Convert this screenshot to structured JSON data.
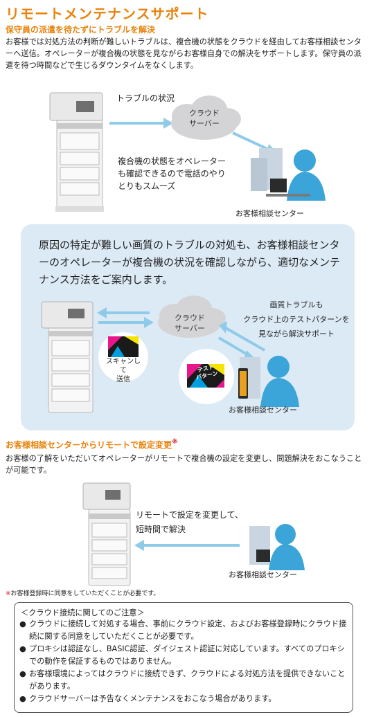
{
  "title": "リモートメンテナンスサポート",
  "section1": {
    "heading": "保守員の派遣を待たずにトラブルを解決",
    "body": "お客様では対処方法の判断が難しいトラブルは、複合機の状態をクラウドを経由してお客様相談センターへ送信。オペレーターが複合機の状態を見ながらお客様自身での解決をサポートします。保守員の派遣を待つ時間などで生じるダウンタイムをなくします。",
    "arrow_label": "トラブルの状況",
    "cloud_label": "クラウド\nサーバー",
    "caption": "複合機の状態をオペレーター\nも確認できるので電話のやり\nとりもスムーズ",
    "center_label": "お客様相談センター"
  },
  "highlight": {
    "text": "原因の特定が難しい画質のトラブルの対処も、お客様相談センターのオペレーターが複合機の状況を確認しながら、適切なメンテナンス方法をご案内します。",
    "cloud_label": "クラウド\nサーバー",
    "right_note": "画質トラブルも\nクラウド上のテストパターンを\n見ながら解決サポート",
    "scan_label": "スキャンして\n送信",
    "test_label": "テスト\nパターン",
    "center_label": "お客様相談センター"
  },
  "section2": {
    "heading": "お客様相談センターからリモートで設定変更",
    "heading_mark": "※",
    "body": "お客様の了解をいただいてオペレーターがリモートで複合機の設定を変更し、問題解決をおこなうことが可能です。",
    "caption": "リモートで設定を変更して、\n短時間で解決",
    "center_label": "お客様相談センター",
    "footnote_mark": "※",
    "footnote": "お客様登録時に同意をしていただくことが必要です。"
  },
  "notes": {
    "title": "＜クラウド接続に関してのご注意＞",
    "bullet": "●",
    "items": [
      "クラウドに接続して対処する場合、事前にクラウド設定、およびお客様登録時にクラウド接続に関する同意をしていただくことが必要です。",
      "プロキシは認証なし、BASIC認証、ダイジェスト認証に対応しています。すべてのプロキシでの動作を保証するものではありません。",
      "お客様環境によってはクラウドに接続できず、クラウドによる対処方法を提供できないことがあります。",
      "クラウドサーバーは予告なくメンテナンスをおこなう場合があります。"
    ]
  },
  "colors": {
    "accent_orange": "#e8820c",
    "arrow_blue": "#8fcbe9",
    "operator_blue": "#3ba4d9",
    "box_blue": "#dceaf6",
    "cloud_gray": "#d4d4d6",
    "footnote_red": "#d2232a"
  },
  "icons": [
    "printer-icon",
    "cloud-icon",
    "operator-icon",
    "arrow-icon",
    "test-pattern-icon"
  ]
}
